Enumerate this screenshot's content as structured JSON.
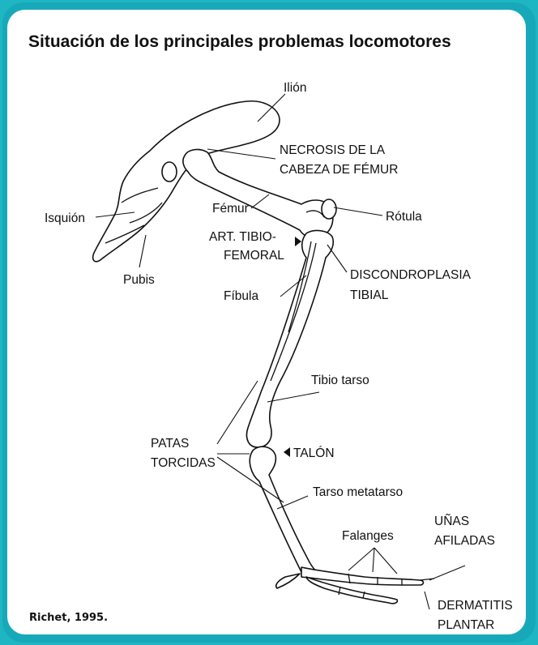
{
  "title": "Situación de los principales problemas locomotores",
  "labels": {
    "ilion": "Ilión",
    "necrosis_1": "NECROSIS DE LA",
    "necrosis_2": "CABEZA DE FÉMUR",
    "isquion": "Isquión",
    "femur": "Fémur",
    "rotula": "Rótula",
    "tibiofemoral_1": "ART. TIBIO-",
    "tibiofemoral_2": "FEMORAL",
    "pubis": "Pubis",
    "discondro_1": "DISCONDROPLASIA",
    "discondro_2": "TIBIAL",
    "fibula": "Fíbula",
    "tibiotarso": "Tibio tarso",
    "patas_1": "PATAS",
    "patas_2": "TORCIDAS",
    "talon": "TALÓN",
    "tarsometatarso": "Tarso metatarso",
    "falanges": "Falanges",
    "unas_1": "UÑAS",
    "unas_2": "AFILADAS",
    "dermatitis_1": "DERMATITIS",
    "dermatitis_2": "PLANTAR"
  },
  "source": "Richet, 1995.",
  "colors": {
    "frame": "#17a9b9",
    "panel": "#ffffff",
    "ink": "#111111"
  }
}
